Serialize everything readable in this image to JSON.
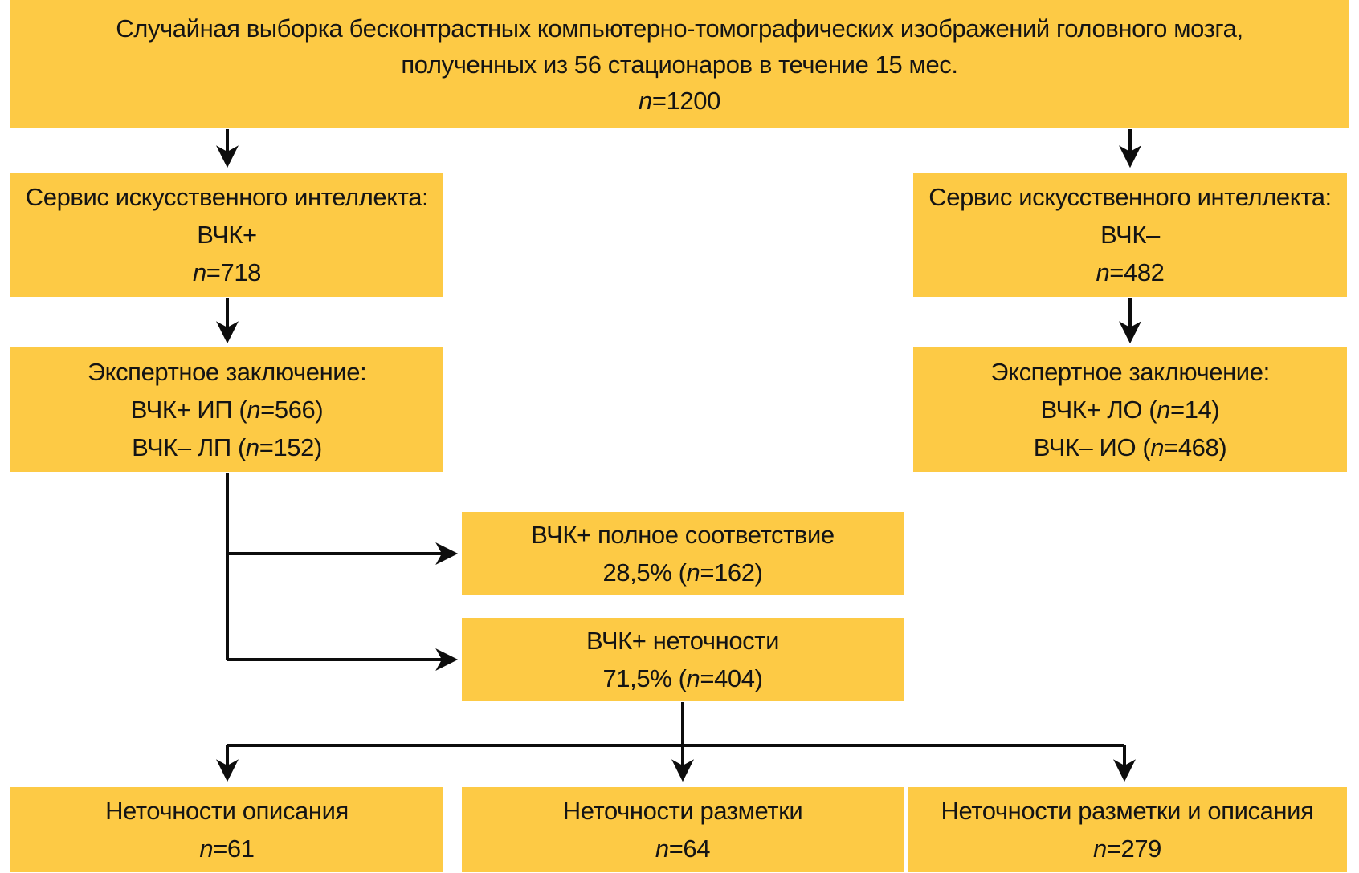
{
  "diagram": {
    "colors": {
      "box_fill": "#fdca45",
      "line": "#0d0d0d",
      "text": "#141414"
    },
    "nodes": {
      "root": {
        "lines": [
          [
            {
              "t": "Случайная выборка бесконтрастных компьютерно-томографических изображений головного мозга,"
            }
          ],
          [
            {
              "t": "полученных из 56 стационаров в течение 15 мес."
            }
          ],
          [
            {
              "t": "n",
              "i": true
            },
            {
              "t": "=1200"
            }
          ]
        ]
      },
      "ai_positive": {
        "lines": [
          [
            {
              "t": "Сервис искусственного интеллекта:"
            }
          ],
          [
            {
              "t": "ВЧК+"
            }
          ],
          [
            {
              "t": "n",
              "i": true
            },
            {
              "t": "=718"
            }
          ]
        ]
      },
      "ai_negative": {
        "lines": [
          [
            {
              "t": "Сервис искусственного интеллекта:"
            }
          ],
          [
            {
              "t": "ВЧК–"
            }
          ],
          [
            {
              "t": "n",
              "i": true
            },
            {
              "t": "=482"
            }
          ]
        ]
      },
      "expert_positive": {
        "lines": [
          [
            {
              "t": "Экспертное заключение:"
            }
          ],
          [
            {
              "t": "ВЧК+ ИП ("
            },
            {
              "t": "n",
              "i": true
            },
            {
              "t": "=566)"
            }
          ],
          [
            {
              "t": "ВЧК– ЛП ("
            },
            {
              "t": "n",
              "i": true
            },
            {
              "t": "=152)"
            }
          ]
        ]
      },
      "expert_negative": {
        "lines": [
          [
            {
              "t": "Экспертное заключение:"
            }
          ],
          [
            {
              "t": "ВЧК+ ЛО ("
            },
            {
              "t": "n",
              "i": true
            },
            {
              "t": "=14)"
            }
          ],
          [
            {
              "t": "ВЧК– ИО ("
            },
            {
              "t": "n",
              "i": true
            },
            {
              "t": "=468)"
            }
          ]
        ]
      },
      "full_match": {
        "lines": [
          [
            {
              "t": "ВЧК+ полное соответствие"
            }
          ],
          [
            {
              "t": "28,5% ("
            },
            {
              "t": "n",
              "i": true
            },
            {
              "t": "=162)"
            }
          ]
        ]
      },
      "inaccuracies": {
        "lines": [
          [
            {
              "t": "ВЧК+ неточности"
            }
          ],
          [
            {
              "t": "71,5% ("
            },
            {
              "t": "n",
              "i": true
            },
            {
              "t": "=404)"
            }
          ]
        ]
      },
      "description_inaccuracies": {
        "lines": [
          [
            {
              "t": "Неточности описания"
            }
          ],
          [
            {
              "t": "n",
              "i": true
            },
            {
              "t": "=61"
            }
          ]
        ]
      },
      "marking_inaccuracies": {
        "lines": [
          [
            {
              "t": "Неточности разметки"
            }
          ],
          [
            {
              "t": "n",
              "i": true
            },
            {
              "t": "=64"
            }
          ]
        ]
      },
      "marking_description_inaccuracies": {
        "lines": [
          [
            {
              "t": "Неточности разметки и описания"
            }
          ],
          [
            {
              "t": "n",
              "i": true
            },
            {
              "t": "=279"
            }
          ]
        ]
      }
    }
  }
}
